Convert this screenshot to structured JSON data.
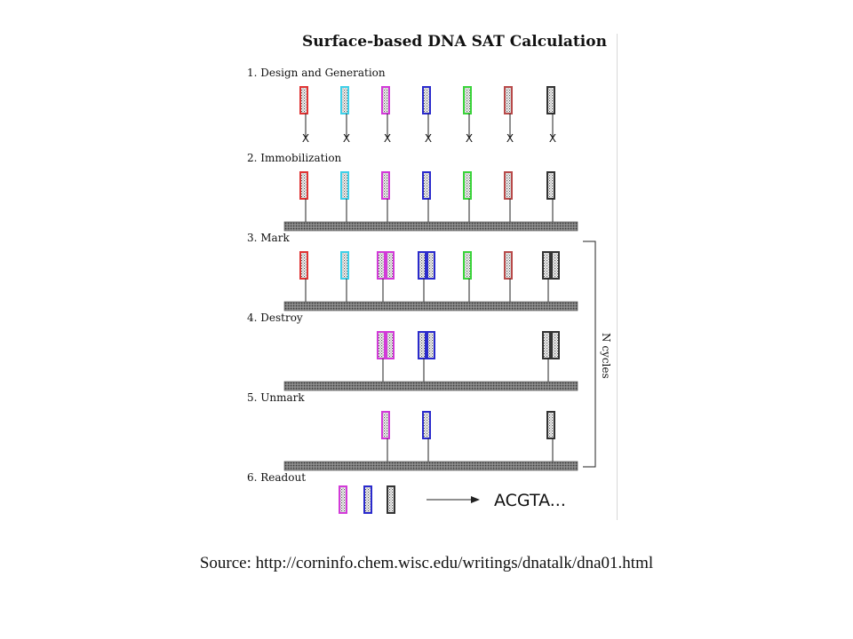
{
  "title": "Surface-based DNA SAT Calculation",
  "steps": [
    {
      "label": "1. Design and Generation",
      "kind": "design",
      "strands": [
        0,
        1,
        2,
        3,
        4,
        5,
        6
      ]
    },
    {
      "label": "2. Immobilization",
      "kind": "surface",
      "strands": [
        0,
        1,
        2,
        3,
        4,
        5,
        6
      ]
    },
    {
      "label": "3. Mark",
      "kind": "surface",
      "strands": [
        0,
        1,
        2,
        3,
        4,
        5,
        6
      ],
      "marked": [
        2,
        3,
        6
      ]
    },
    {
      "label": "4. Destroy",
      "kind": "surface",
      "strands": [
        2,
        3,
        6
      ],
      "marked": [
        2,
        3,
        6
      ]
    },
    {
      "label": "5. Unmark",
      "kind": "surface",
      "strands": [
        2,
        3,
        6
      ]
    },
    {
      "label": "6. Readout",
      "kind": "readout",
      "strands": [
        2,
        3,
        6
      ]
    }
  ],
  "strand_colors": [
    "#e03434",
    "#3fd0e8",
    "#d23ad8",
    "#2a2acc",
    "#3ad43a",
    "#b84a4a",
    "#333333"
  ],
  "terminal_label": "X",
  "cycles_label": "N cycles",
  "readout_result": "ACGTA...",
  "caption": "Source: http://corninfo.chem.wisc.edu/writings/dnatalk/dna01.html"
}
